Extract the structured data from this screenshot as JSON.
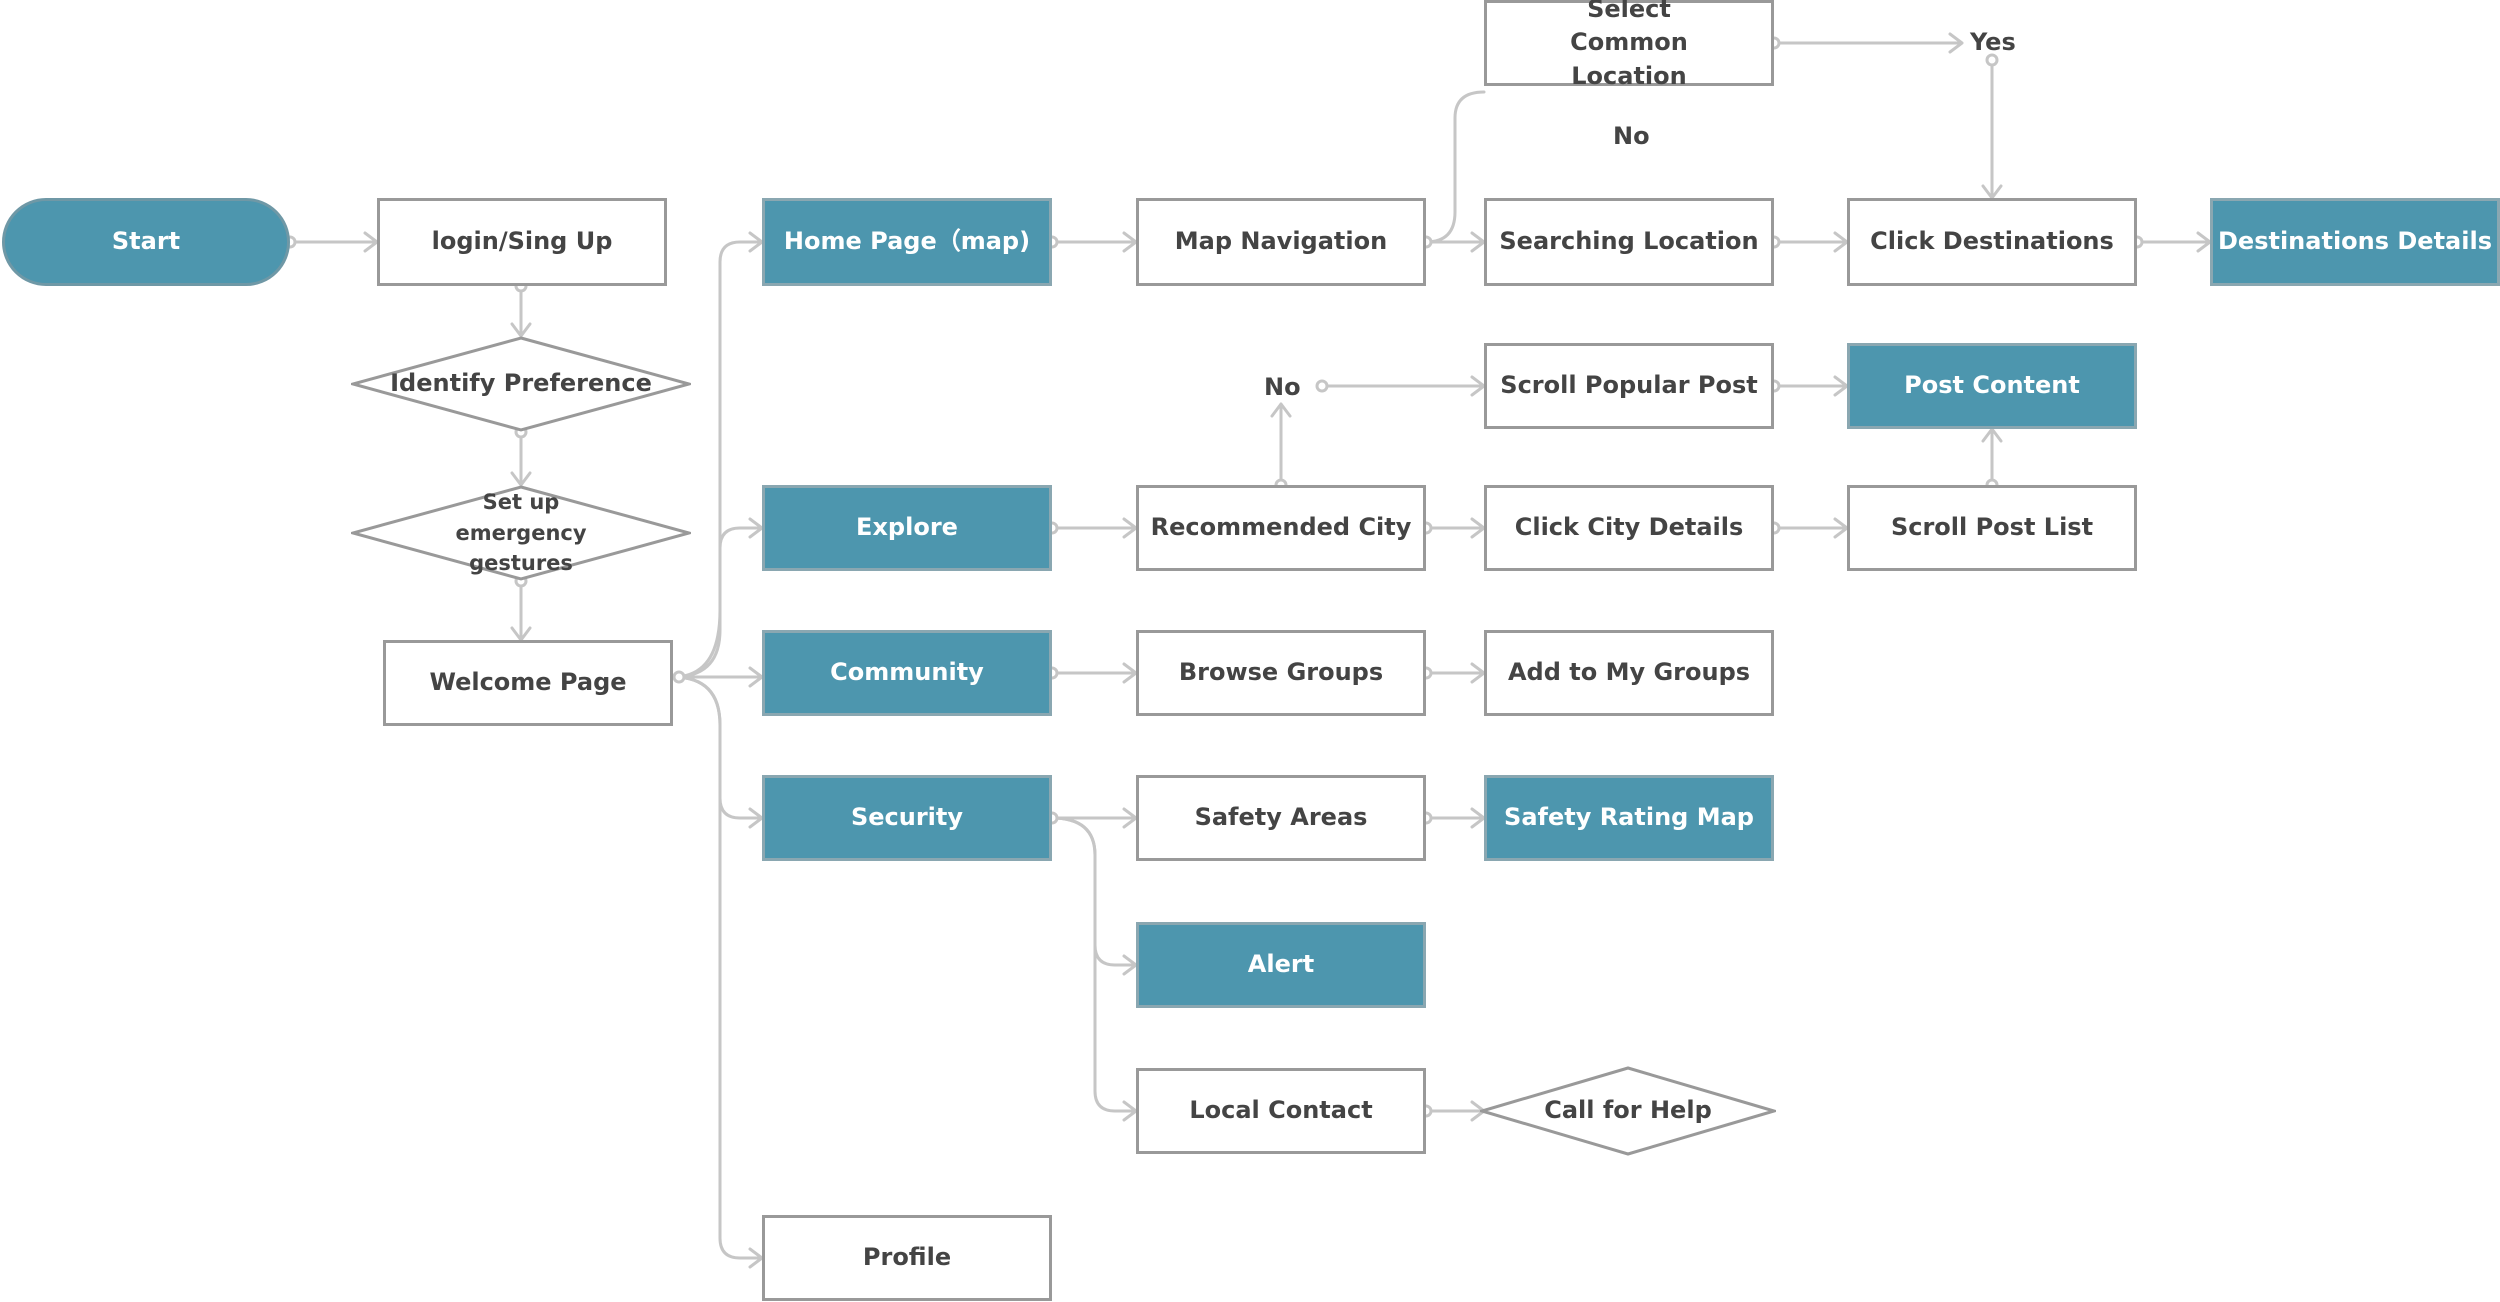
{
  "diagram": {
    "colors": {
      "filled": "#4d96ae",
      "stroke": "#999999",
      "connector": "#c6c6c6",
      "text": "#444444"
    },
    "nodes": {
      "start": "Start",
      "login": "login/Sing Up",
      "identify": "Identify Preference",
      "emergency": "Set up emergency gestures",
      "welcome": "Welcome Page",
      "home": "Home Page（map)",
      "explore": "Explore",
      "community": "Community",
      "security": "Security",
      "profile": "Profile",
      "map_nav": "Map Navigation",
      "select_common": "Select Common Location",
      "searching": "Searching Location",
      "click_dest": "Click Destinations",
      "dest_details": "Destinations Details",
      "recommended": "Recommended City",
      "scroll_popular": "Scroll Popular Post",
      "post_content": "Post Content",
      "click_city": "Click City Details",
      "scroll_post": "Scroll Post List",
      "browse_groups": "Browse Groups",
      "add_groups": "Add to My Groups",
      "safety_areas": "Safety Areas",
      "safety_map": "Safety Rating Map",
      "alert": "Alert",
      "local_contact": "Local Contact",
      "call_help": "Call for Help"
    },
    "labels": {
      "yes": "Yes",
      "no_top": "No",
      "no_mid": "No"
    }
  }
}
